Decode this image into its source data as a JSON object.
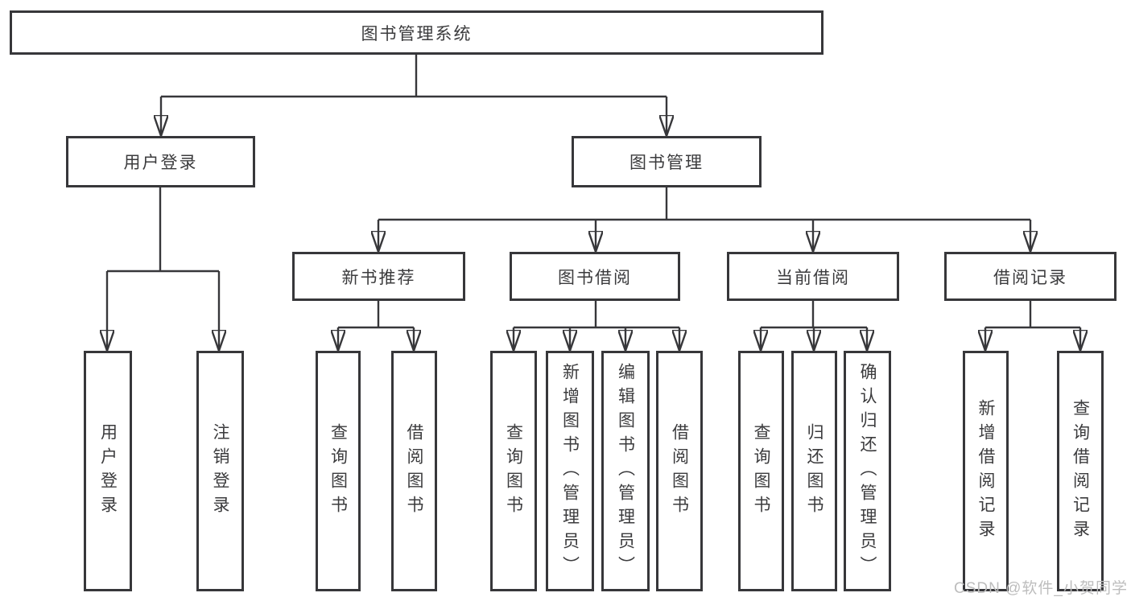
{
  "diagram": {
    "title": "图书管理系统",
    "tree": {
      "root": {
        "label": "图书管理系统"
      },
      "children": [
        {
          "label": "用户登录",
          "children": [
            {
              "label": "用户登录"
            },
            {
              "label": "注销登录"
            }
          ]
        },
        {
          "label": "图书管理",
          "children": [
            {
              "label": "新书推荐",
              "children": [
                {
                  "label": "查询图书"
                },
                {
                  "label": "借阅图书"
                }
              ]
            },
            {
              "label": "图书借阅",
              "children": [
                {
                  "label": "查询图书"
                },
                {
                  "label": "新增图书（管理员）"
                },
                {
                  "label": "编辑图书（管理员）"
                },
                {
                  "label": "借阅图书"
                }
              ]
            },
            {
              "label": "当前借阅",
              "children": [
                {
                  "label": "查询图书"
                },
                {
                  "label": "归还图书"
                },
                {
                  "label": "确认归还（管理员）"
                }
              ]
            },
            {
              "label": "借阅记录",
              "children": [
                {
                  "label": "新增借阅记录"
                },
                {
                  "label": "查询借阅记录"
                }
              ]
            }
          ]
        }
      ]
    },
    "colors": {
      "line": "#37373a",
      "text": "#3b3b3d",
      "watermark": "#bdbdbd",
      "background": "#ffffff"
    }
  },
  "watermark": {
    "text": "CSDN @软件_小贺同学"
  }
}
